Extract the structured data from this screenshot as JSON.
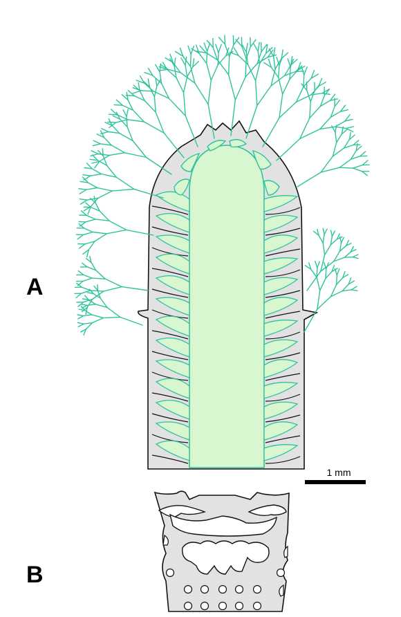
{
  "panels": {
    "a_label": "A",
    "b_label": "B"
  },
  "scale_bar": {
    "label": "1 mm"
  },
  "colors": {
    "skeleton_fill": "#e2e2e2",
    "outline": "#111111",
    "tissue_fill": "#d8f7d0",
    "tissue_line": "#2ec39a",
    "scale_bar": "#000000"
  }
}
